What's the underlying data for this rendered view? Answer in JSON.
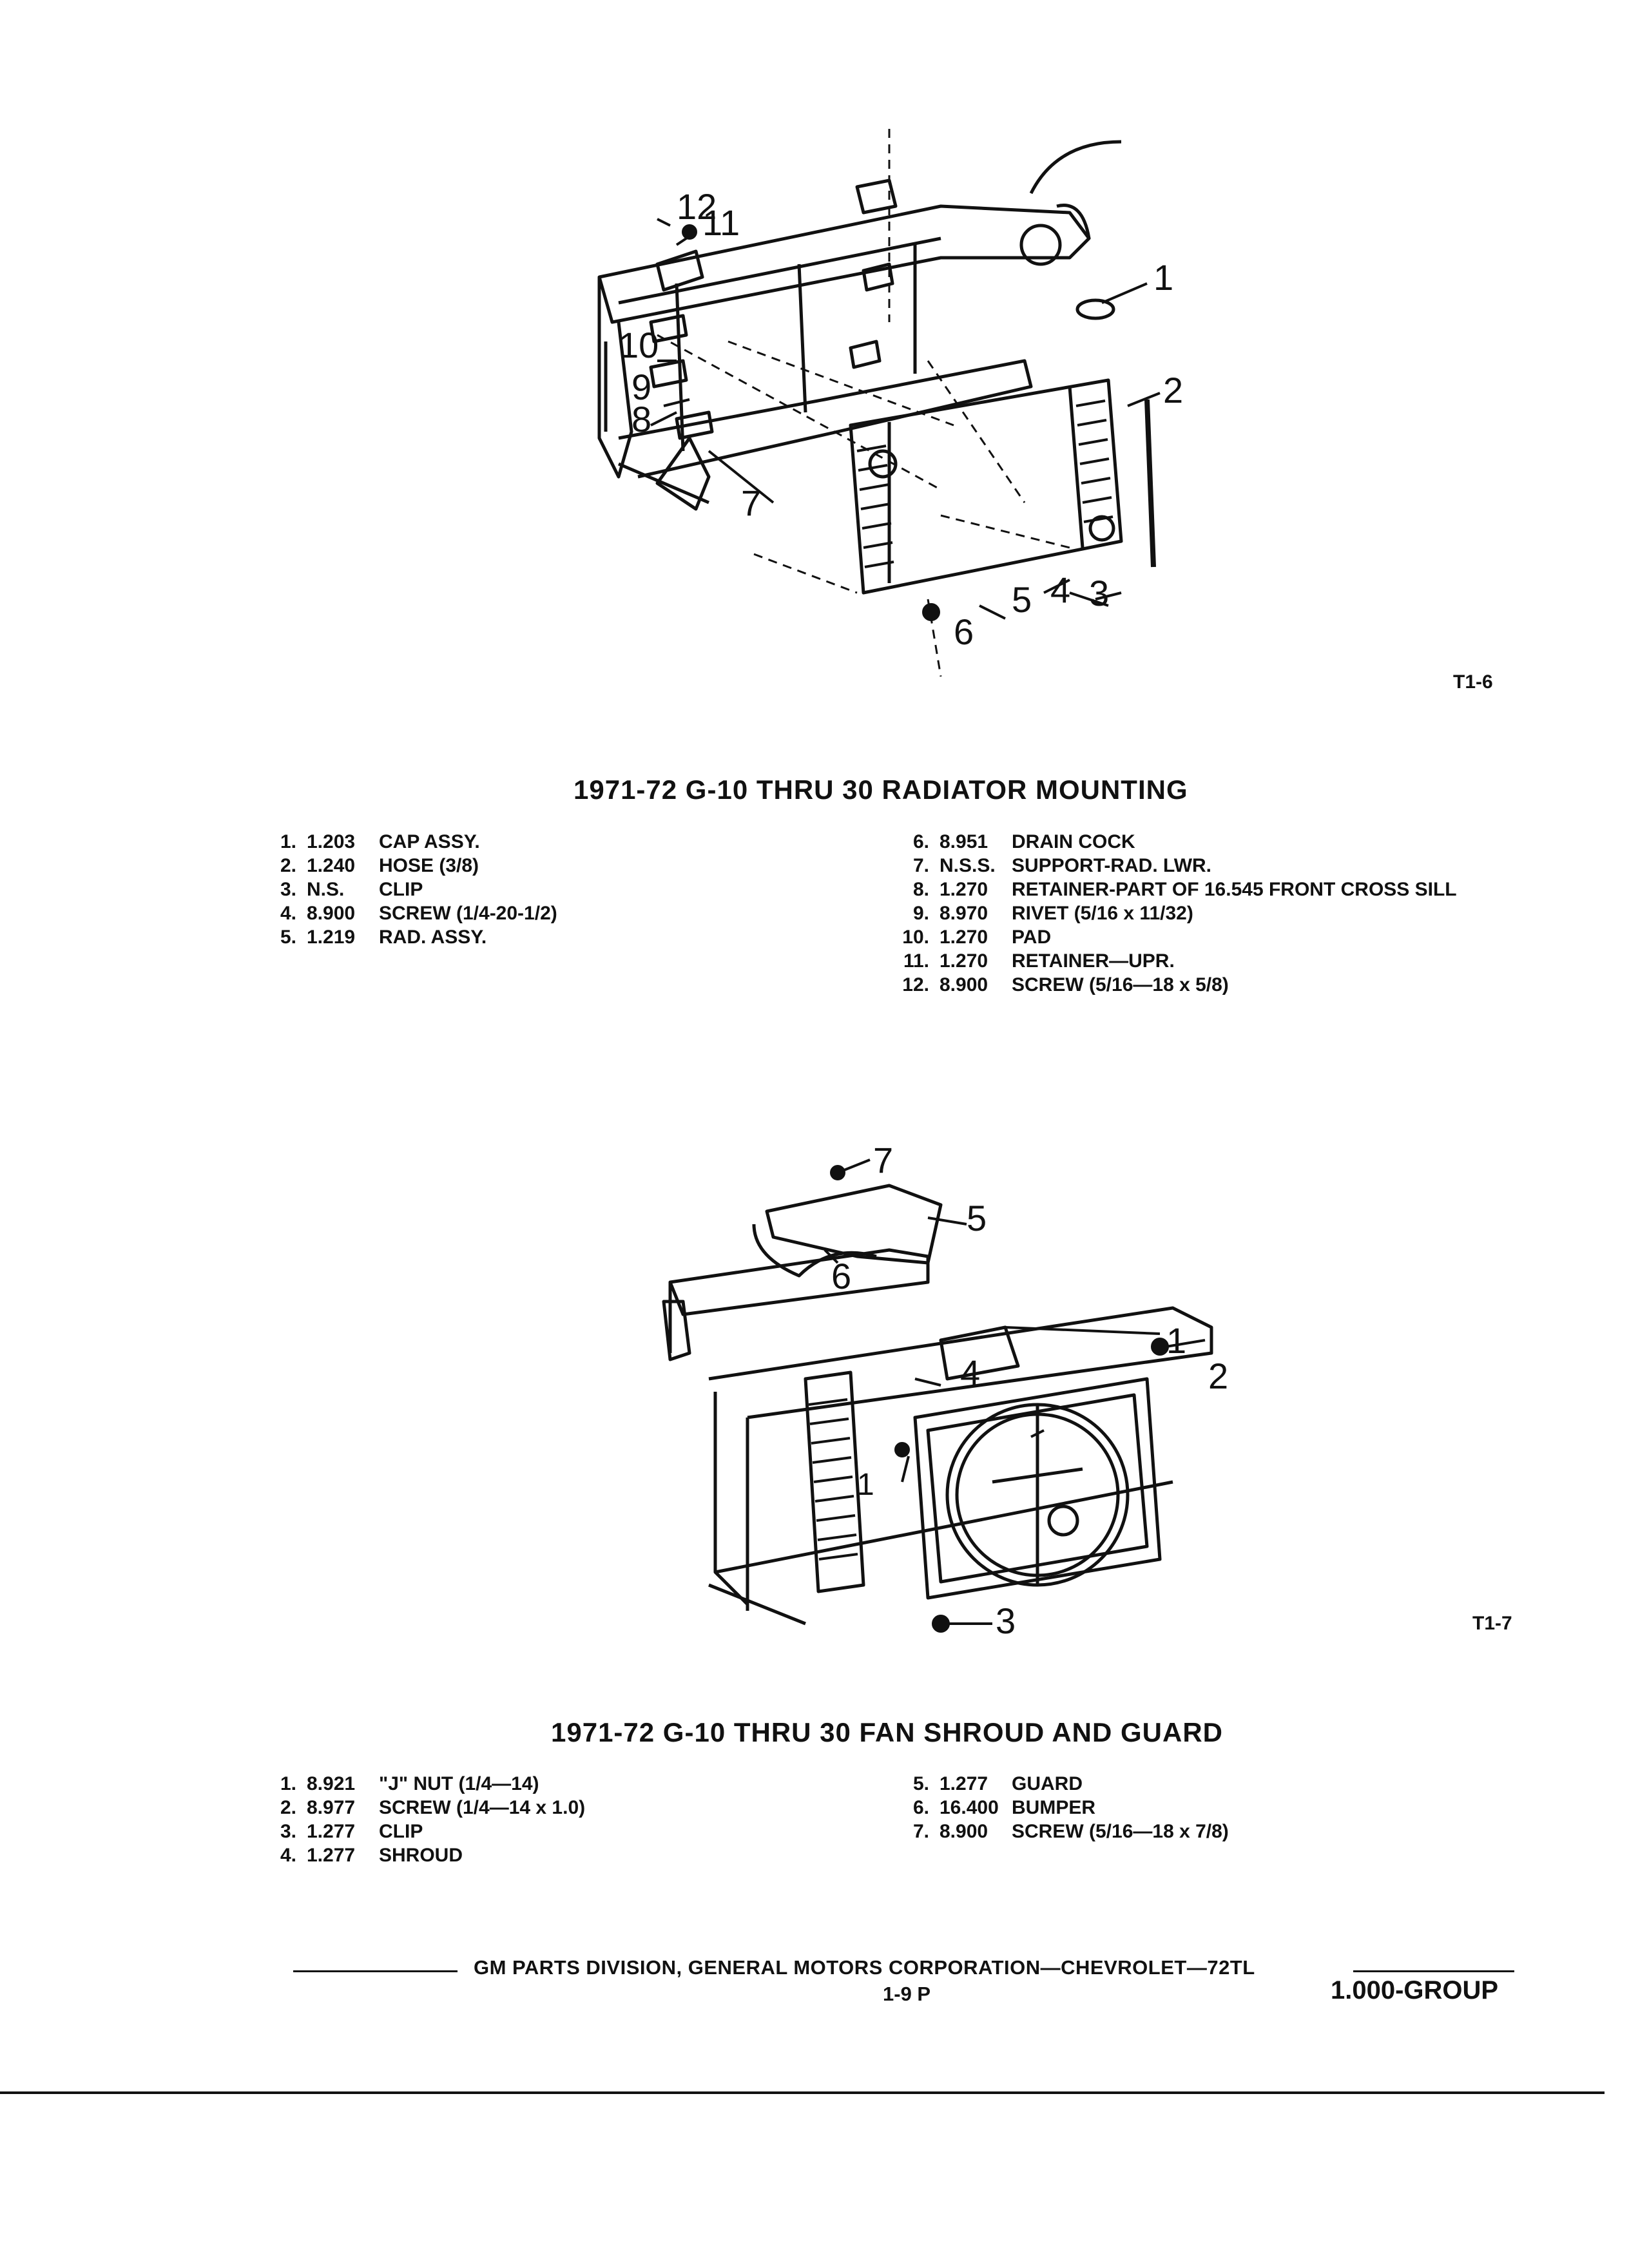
{
  "figure1": {
    "label": "T1-6",
    "callouts": [
      "1",
      "2",
      "3",
      "4",
      "5",
      "6",
      "7",
      "8",
      "9",
      "10",
      "11",
      "12"
    ]
  },
  "section1": {
    "title": "1971-72 G-10 THRU 30 RADIATOR MOUNTING",
    "left": [
      {
        "num": "1.",
        "code": "1.203",
        "desc": "CAP ASSY."
      },
      {
        "num": "2.",
        "code": "1.240",
        "desc": "HOSE (3/8)"
      },
      {
        "num": "3.",
        "code": "N.S.",
        "desc": "CLIP"
      },
      {
        "num": "4.",
        "code": "8.900",
        "desc": "SCREW (1/4-20-1/2)"
      },
      {
        "num": "5.",
        "code": "1.219",
        "desc": "RAD. ASSY."
      }
    ],
    "right": [
      {
        "num": "6.",
        "code": "8.951",
        "desc": "DRAIN COCK"
      },
      {
        "num": "7.",
        "code": "N.S.S.",
        "desc": "SUPPORT-RAD. LWR."
      },
      {
        "num": "8.",
        "code": "1.270",
        "desc": "RETAINER-PART OF 16.545 FRONT CROSS SILL"
      },
      {
        "num": "9.",
        "code": "8.970",
        "desc": "RIVET (5/16 x 11/32)"
      },
      {
        "num": "10.",
        "code": "1.270",
        "desc": "PAD"
      },
      {
        "num": "11.",
        "code": "1.270",
        "desc": "RETAINER—UPR."
      },
      {
        "num": "12.",
        "code": "8.900",
        "desc": "SCREW (5/16—18 x 5/8)"
      }
    ]
  },
  "figure2": {
    "label": "T1-7",
    "callouts": [
      "1",
      "2",
      "3",
      "4",
      "5",
      "6",
      "7"
    ]
  },
  "section2": {
    "title": "1971-72 G-10 THRU 30 FAN SHROUD AND GUARD",
    "left": [
      {
        "num": "1.",
        "code": "8.921",
        "desc": "\"J\" NUT (1/4—14)"
      },
      {
        "num": "2.",
        "code": "8.977",
        "desc": "SCREW (1/4—14 x 1.0)"
      },
      {
        "num": "3.",
        "code": "1.277",
        "desc": "CLIP"
      },
      {
        "num": "4.",
        "code": "1.277",
        "desc": "SHROUD"
      }
    ],
    "right": [
      {
        "num": "5.",
        "code": "1.277",
        "desc": "GUARD"
      },
      {
        "num": "6.",
        "code": "16.400",
        "desc": "BUMPER"
      },
      {
        "num": "7.",
        "code": "8.900",
        "desc": "SCREW (5/16—18 x 7/8)"
      }
    ]
  },
  "footer": {
    "publisher": "GM PARTS DIVISION, GENERAL MOTORS CORPORATION—CHEVROLET—72TL",
    "page": "1-9 P",
    "group": "1.000-GROUP"
  }
}
